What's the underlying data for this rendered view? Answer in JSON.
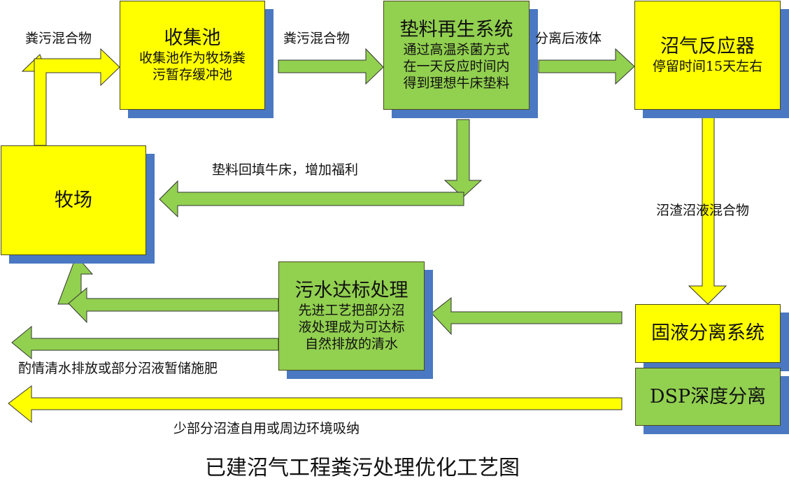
{
  "colors": {
    "yellow_box": "#ffff00",
    "green_box": "#92d050",
    "shadow": "#4a78c2",
    "outline": "#4a4a1a"
  },
  "boxes": {
    "collection_pool": {
      "title": "收集池",
      "lines": [
        "收集池作为牧场粪",
        "污暂存缓冲池"
      ]
    },
    "bedding_regeneration": {
      "title": "垫料再生系统",
      "lines": [
        "通过高温杀菌方式",
        "在一天反应时间内",
        "得到理想牛床垫料"
      ]
    },
    "biogas_reactor": {
      "title": "沼气反应器",
      "lines": [
        "停留时间15天左右"
      ]
    },
    "ranch": {
      "title": "牧场"
    },
    "wastewater_treatment": {
      "title": "污水达标处理",
      "lines": [
        "先进工艺把部分沼",
        "液处理成为可达标",
        "自然排放的清水"
      ]
    },
    "solid_liquid_separation": {
      "title": "固液分离系统"
    },
    "dsp_separation": {
      "title": "DSP深度分离"
    }
  },
  "flow_labels": {
    "ranch_to_pool": "粪污混合物",
    "pool_to_bedding": "粪污混合物",
    "bedding_to_reactor": "分离后液体",
    "bedding_back_to_ranch": "垫料回填牛床，增加福利",
    "reactor_to_separation": "沼渣沼液混合物",
    "clear_water_discharge": "酌情清水排放或部分沼液暂储施肥",
    "residue_use": "少部分沼渣自用或周边环境吸纳"
  },
  "caption": "已建沼气工程粪污处理优化工艺图"
}
